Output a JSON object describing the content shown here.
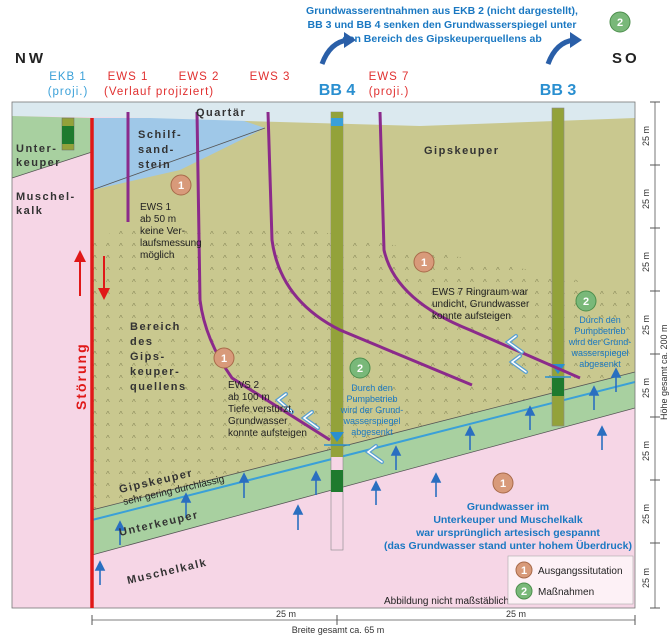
{
  "header": {
    "nw": "NW",
    "so": "SO",
    "top_note_lines": [
      "Grundwasserentnahmen aus EKB 2 (nicht dargestellt),",
      "BB 3 und BB 4 senken den Grundwasserspiegel unter",
      "den Bereich des Gipskeuperquellens ab"
    ],
    "top_note_badge": "2"
  },
  "boreholes": {
    "ekb1": "EKB 1",
    "ekb1_sub": "(proji.)",
    "ews1": "EWS 1",
    "ews1_sub": "(Verlauf projiziert)",
    "ews2": "EWS 2",
    "ews3": "EWS 3",
    "ews7": "EWS 7",
    "ews7_sub": "(proji.)",
    "bb4": "BB 4",
    "bb3": "BB 3"
  },
  "units": {
    "quartaer": "Quartär",
    "unterkeuper_top": [
      "Unter-",
      "keuper"
    ],
    "schilfsandstein": [
      "Schilf-",
      "sand-",
      "stein"
    ],
    "gipskeuper": "Gipskeuper",
    "muschelkalk_left": [
      "Muschel-",
      "kalk"
    ],
    "bereich": [
      "Bereich",
      "des",
      "Gips-",
      "keuper-",
      "quellens"
    ],
    "gipskeuper_lower": "Gipskeuper",
    "gipskeuper_lower_sub": "sehr gering durchlässig",
    "unterkeuper_lower": "Unterkeuper",
    "muschelkalk_lower": "Muschelkalk",
    "stoerung": "Störung"
  },
  "notes": {
    "ews1_note": [
      "EWS 1",
      "ab 50 m",
      "keine Ver-",
      "laufsmessung",
      "möglich"
    ],
    "ews2_note": [
      "EWS 2",
      "ab 100 m",
      "Tiefe verstürzt,",
      "Grundwasser",
      "konnte aufsteigen"
    ],
    "ews7_note": [
      "EWS 7 Ringraum war",
      "undicht, Grundwasser",
      "konnte aufsteigen"
    ],
    "bb4_note": [
      "Durch den",
      "Pumpbetrieb",
      "wird der Grund-",
      "wasserspiegel",
      "abgesenkt"
    ],
    "bb3_note": [
      "Durch den",
      "Pumpbetrieb",
      "wird der Grund-",
      "wasserspiegel",
      "abgesenkt"
    ],
    "artesisch": [
      "Grundwasser im",
      "Unterkeuper und Muschelkalk",
      "war ursprünglich artesisch gespannt",
      "(das Grundwasser stand unter hohem Überdruck)"
    ],
    "massstab": "Abbildung nicht maßstäblich"
  },
  "badges": {
    "one": "1",
    "two": "2"
  },
  "legend": {
    "item1": "Ausgangssitutation",
    "item2": "Maßnahmen"
  },
  "scale": {
    "right_labels": [
      "25 m",
      "25 m",
      "25 m",
      "25 m",
      "25 m",
      "25 m",
      "25 m",
      "25 m"
    ],
    "right_total": "Höhe gesamt ca. 200 m",
    "bottom_left": "25 m",
    "bottom_right": "25 m",
    "bottom_total": "Breite gesamt ca. 65 m"
  },
  "colors": {
    "gipskeuper": "#c9c88f",
    "schilfsandstein": "#9fc8e8",
    "unterkeuper": "#a8d0a0",
    "muschelkalk": "#f6d6e6",
    "stoerung": "#e01818",
    "ews": "#8b2a8b",
    "borehole": "#93a23a",
    "badge1": "#d89a7a",
    "badge2": "#79b879",
    "blue_text": "#1a78c2"
  }
}
